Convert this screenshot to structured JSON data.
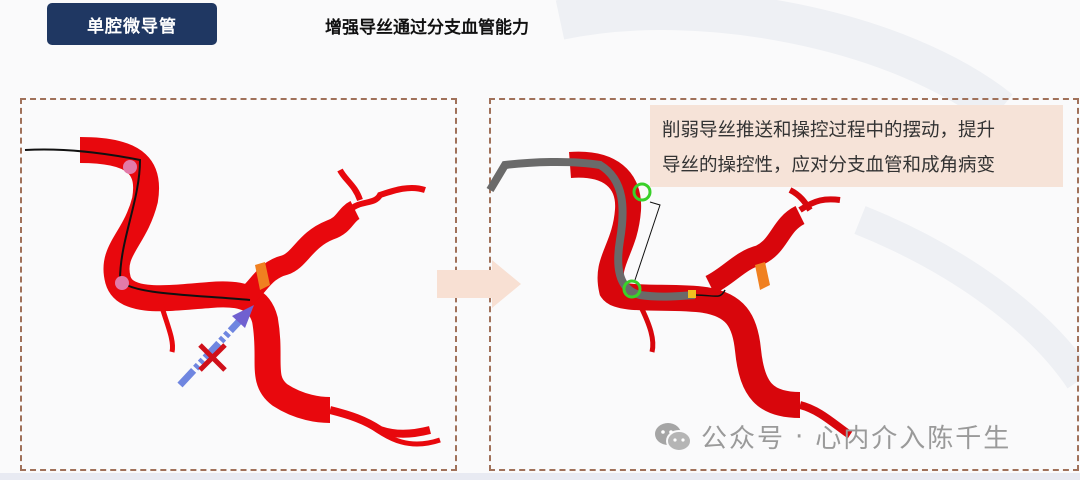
{
  "header": {
    "tag_label": "单腔微导管",
    "title": "增强导丝通过分支血管能力"
  },
  "left_panel": {
    "description": "Guidewire through tortuous red vessel with friction points; blue arrow blocked by red X at branch",
    "icons": [
      "vessel",
      "guidewire",
      "friction-point",
      "blocked-arrow",
      "cross-mark",
      "lesion"
    ]
  },
  "transition_arrow": {
    "icon": "right-arrow-icon",
    "color": "#f8e0d3"
  },
  "right_panel": {
    "callout_lines": [
      "削弱导丝推送和操控过程中的摆动，提升",
      "导丝的操控性，应对分支血管和成角病变"
    ],
    "icons": [
      "vessel",
      "microcatheter",
      "guidewire",
      "green-ring-marker",
      "lesion"
    ]
  },
  "watermark": {
    "icon": "wechat-icon",
    "source": "公众号",
    "separator": "·",
    "author": "心内介入陈千生"
  },
  "colors": {
    "tag_bg": "#1f3762",
    "vessel": "#e8080d",
    "panel_border": "#a0715a",
    "callout_bg": "#f6e3d8",
    "marker_green": "#39d02a",
    "arrow_blue": "#6f86e0"
  }
}
